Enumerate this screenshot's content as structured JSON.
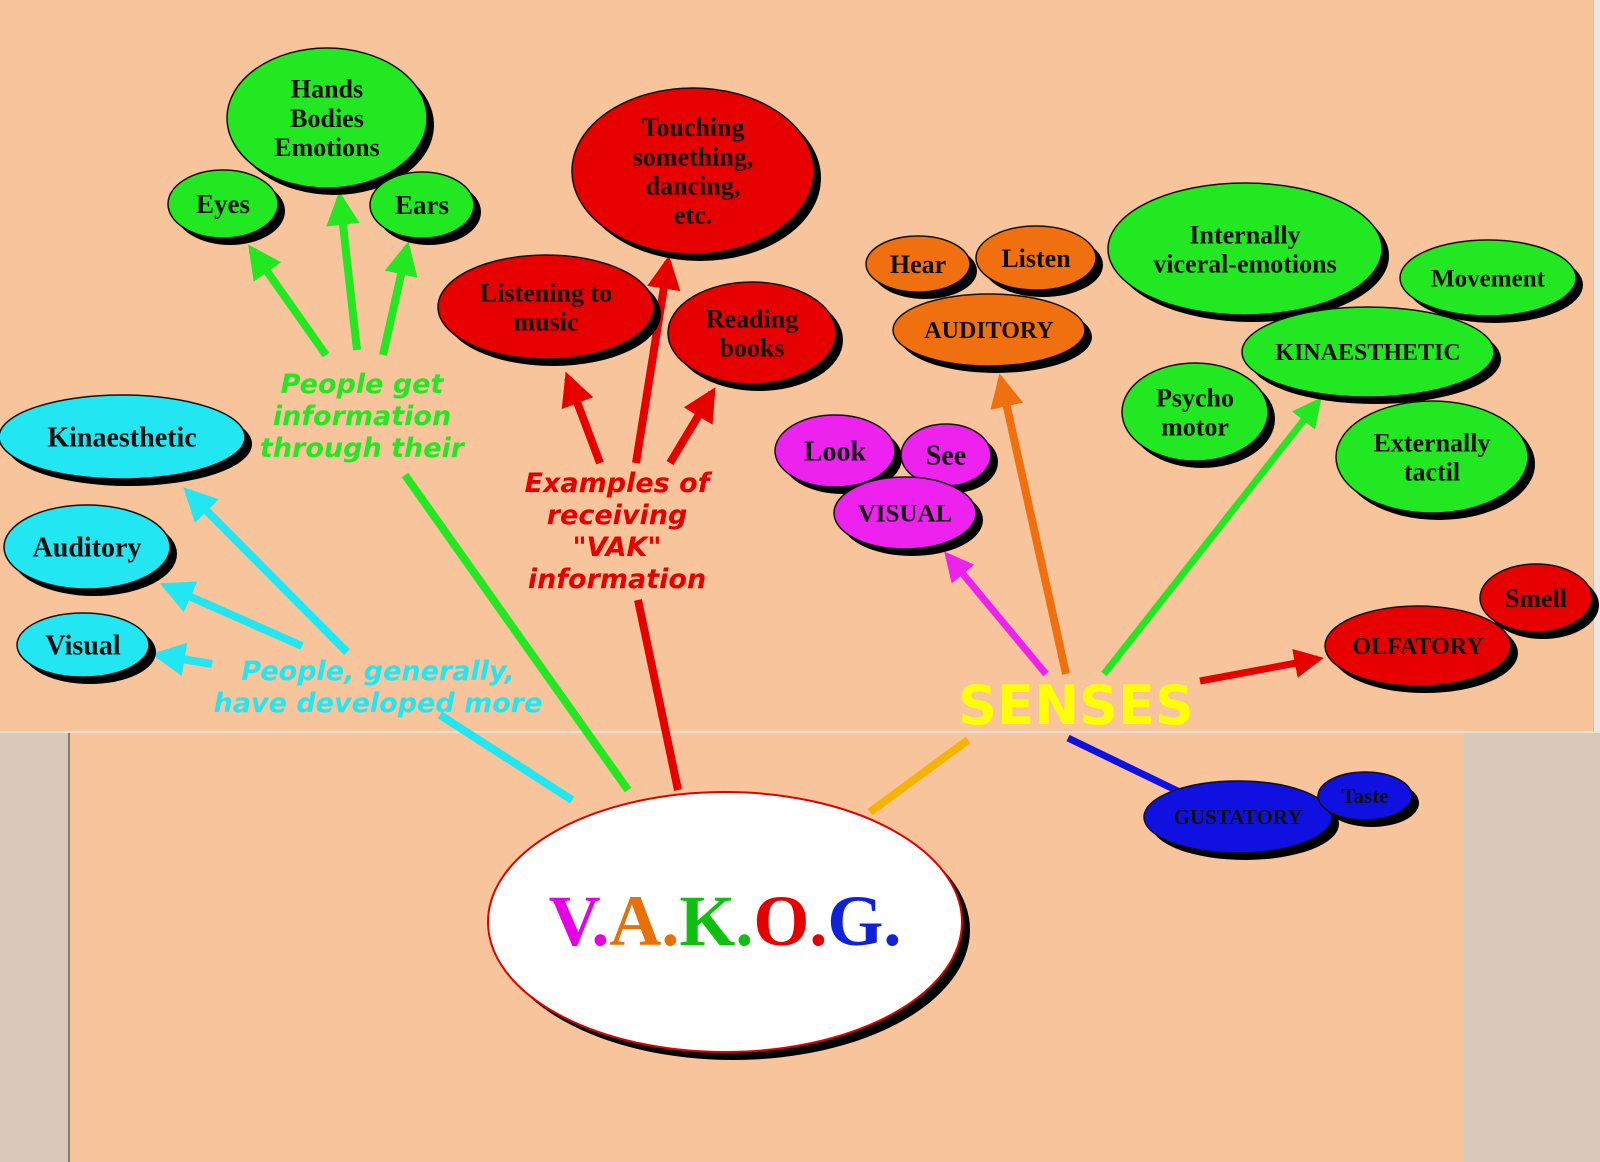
{
  "diagram": {
    "center": {
      "letters": [
        {
          "text": "V.",
          "color": "#e600e6"
        },
        {
          "text": "A.",
          "color": "#e8700a"
        },
        {
          "text": "K.",
          "color": "#10c010"
        },
        {
          "text": "O.",
          "color": "#e60000"
        },
        {
          "text": "G.",
          "color": "#1022d8"
        }
      ]
    },
    "senses_label": "SENSES",
    "notes": {
      "people_get": [
        "People get",
        "information",
        "through their"
      ],
      "examples": [
        "Examples of",
        "receiving",
        "\"VAK\"",
        "information"
      ],
      "people_generally": [
        "People, generally,",
        "have developed more"
      ]
    },
    "nodes": {
      "hands": [
        "Hands",
        "Bodies",
        "Emotions"
      ],
      "eyes": [
        "Eyes"
      ],
      "ears": [
        "Ears"
      ],
      "touching": [
        "Touching",
        "something,",
        "dancing,",
        "etc."
      ],
      "listening_music": [
        "Listening to",
        "music"
      ],
      "reading_books": [
        "Reading",
        "books"
      ],
      "kinaesthetic_left": [
        "Kinaesthetic"
      ],
      "auditory_left": [
        "Auditory"
      ],
      "visual_left": [
        "Visual"
      ],
      "hear": [
        "Hear"
      ],
      "listen": [
        "Listen"
      ],
      "auditory_sense": [
        "AUDITORY"
      ],
      "internally": [
        "Internally",
        "viceral-emotions"
      ],
      "movement": [
        "Movement"
      ],
      "kinaesthetic_sense": [
        "KINAESTHETIC"
      ],
      "psycho_motor": [
        "Psycho",
        "motor"
      ],
      "externally": [
        "Externally",
        "tactil"
      ],
      "look": [
        "Look"
      ],
      "see": [
        "See"
      ],
      "visual_sense": [
        "VISUAL"
      ],
      "smell": [
        "Smell"
      ],
      "olfatory": [
        "OLFATORY"
      ],
      "gustatory": [
        "GUSTATORY"
      ],
      "taste": [
        "Taste"
      ]
    },
    "colors": {
      "green": "#22e822",
      "red": "#e60000",
      "cyan": "#22e6f2",
      "orange": "#f07010",
      "magenta": "#ee22ee",
      "blue": "#1010e0",
      "yellow": "#ffff00",
      "amber": "#f4b400",
      "background": "#f8c49c"
    }
  }
}
